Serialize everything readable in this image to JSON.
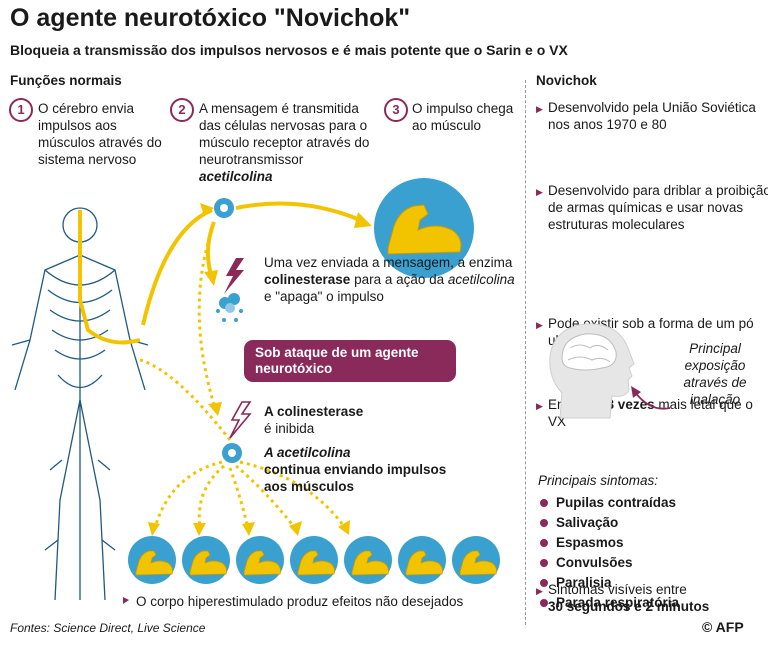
{
  "title": "O agente neurotóxico \"Novichok\"",
  "subtitle": "Bloqueia a transmissão dos impulsos nervosos e é mais potente que o Sarin e o VX",
  "left": {
    "heading": "Funções normais",
    "steps": [
      {
        "num": "1",
        "text": "O cérebro envia impulsos aos músculos através do sistema nervoso"
      },
      {
        "num": "2",
        "text_a": "A mensagem é transmitida das células nervosas para o músculo receptor através do neurotransmissor",
        "text_b": "acetilcolina"
      },
      {
        "num": "3",
        "text": "O impulso chega ao músculo"
      }
    ],
    "enzyme": {
      "a": "Uma vez enviada a mensagem, a enzima ",
      "b": "colinesterase",
      "c": " para a ação da ",
      "d": "acetilcolina",
      "e": " e \"apaga\" o impulso"
    },
    "attack_label": "Sob ataque de um agente neurotóxico",
    "inhibited": {
      "a": "A colinesterase",
      "b": "é inibida"
    },
    "continues": {
      "a": "A acetilcolina",
      "b": "continua enviando impulsos aos músculos"
    },
    "effects": "O corpo hiperestimulado produz efeitos não desejados"
  },
  "right": {
    "heading": "Novichok",
    "bullets": [
      "Desenvolvido pela União Soviética nos anos 1970 e 80",
      "Desenvolvido para driblar a proibição de armas químicas e usar novas estruturas moleculares",
      "Pode existir sob a forma de um pó ultra fino"
    ],
    "lethal": {
      "a": "Entre ",
      "b": "5 e 8 vezes",
      "c": " mais letal que o VX"
    },
    "exposure": "Principal exposição através de inalação",
    "symptoms_time": {
      "a": "Sintomas visíveis entre",
      "b": "30 segundos e 2 minutos"
    },
    "symptoms_heading": "Principais sintomas:",
    "symptoms": [
      "Pupilas contraídas",
      "Salivação",
      "Espasmos",
      "Convulsões",
      "Paralisia",
      "Parada respiratória"
    ]
  },
  "sources": "Fontes: Science Direct, Live Science",
  "credit": "© AFP",
  "colors": {
    "accent": "#8a2a5a",
    "yellow": "#f2c400",
    "blue": "#3aa0cf",
    "body_blue": "#1f5a7d"
  }
}
